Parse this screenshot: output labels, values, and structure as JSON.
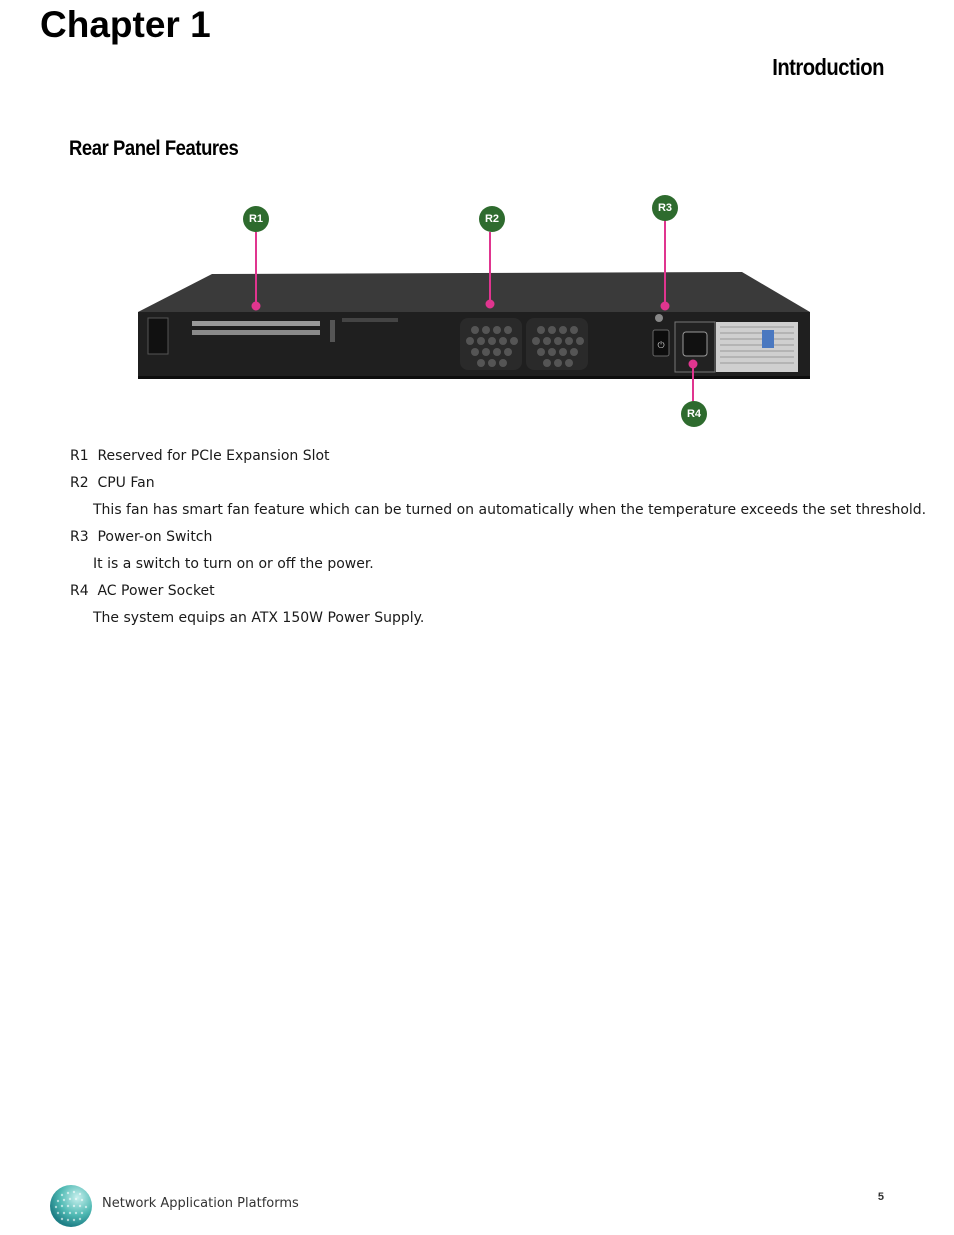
{
  "chapter": "Chapter 1",
  "section": "Introduction",
  "subsection": "Rear Panel Features",
  "figure": {
    "callouts": [
      "R1",
      "R2",
      "R3",
      "R4"
    ],
    "colors": {
      "badge": "#2e6b2e",
      "leader_line": "#e0358f",
      "chassis": "#2a2a2a"
    }
  },
  "features": [
    {
      "id": "R1",
      "title": "Reserved for PCIe Expansion Slot",
      "description": ""
    },
    {
      "id": "R2",
      "title": "CPU Fan",
      "description": "This fan has smart fan feature which can be turned on automatically when the temperature exceeds the set threshold."
    },
    {
      "id": "R3",
      "title": "Power-on Switch",
      "description": "It is a switch to turn on or off the power."
    },
    {
      "id": "R4",
      "title": "AC Power Socket",
      "description": "The system equips an ATX 150W Power Supply."
    }
  ],
  "footer": {
    "brand_text": "Network Application Platforms",
    "page_number": "5"
  }
}
